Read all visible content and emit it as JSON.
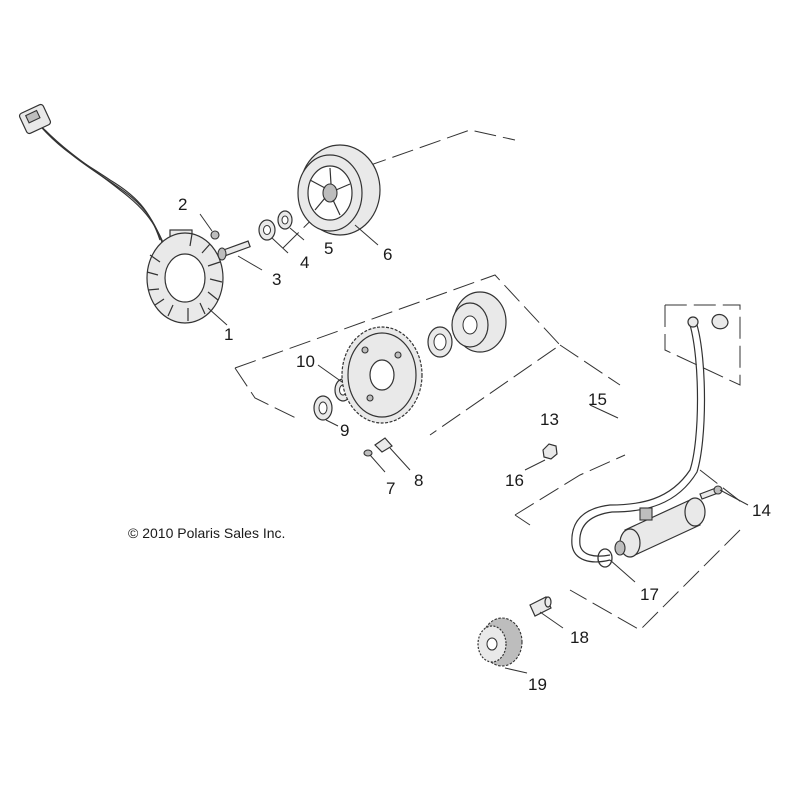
{
  "copyright": "© 2010 Polaris Sales Inc.",
  "callouts": {
    "c1": "1",
    "c2": "2",
    "c3": "3",
    "c4": "4",
    "c5": "5",
    "c6": "6",
    "c7": "7",
    "c8": "8",
    "c9": "9",
    "c10": "10",
    "c13": "13",
    "c14": "14",
    "c15": "15",
    "c16": "16",
    "c17": "17",
    "c18": "18",
    "c19": "19"
  }
}
